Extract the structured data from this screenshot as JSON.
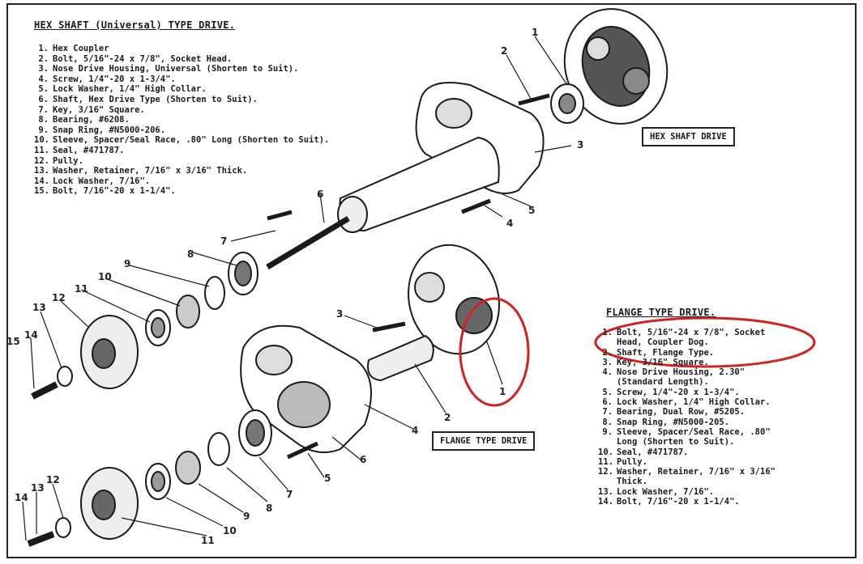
{
  "hex_section": {
    "title": "HEX SHAFT (Universal) TYPE DRIVE.",
    "items": [
      {
        "num": "1.",
        "text": "Hex Coupler"
      },
      {
        "num": "2.",
        "text": "Bolt, 5/16\"-24 x 7/8\", Socket Head."
      },
      {
        "num": "3.",
        "text": "Nose Drive Housing, Universal (Shorten to Suit)."
      },
      {
        "num": "4.",
        "text": "Screw, 1/4\"-20 x 1-3/4\"."
      },
      {
        "num": "5.",
        "text": "Lock Washer, 1/4\" High Collar."
      },
      {
        "num": "6.",
        "text": "Shaft, Hex Drive Type (Shorten to Suit)."
      },
      {
        "num": "7.",
        "text": "Key, 3/16\" Square."
      },
      {
        "num": "8.",
        "text": "Bearing, #6208."
      },
      {
        "num": "9.",
        "text": "Snap Ring, #N5000-206."
      },
      {
        "num": "10.",
        "text": "Sleeve, Spacer/Seal Race, .80\" Long (Shorten to Suit)."
      },
      {
        "num": "11.",
        "text": "Seal, #471787."
      },
      {
        "num": "12.",
        "text": "Pully."
      },
      {
        "num": "13.",
        "text": "Washer, Retainer, 7/16\" x 3/16\" Thick."
      },
      {
        "num": "14.",
        "text": "Lock Washer, 7/16\"."
      },
      {
        "num": "15.",
        "text": "Bolt, 7/16\"-20 x 1-1/4\"."
      }
    ]
  },
  "flange_section": {
    "title": "FLANGE TYPE DRIVE.",
    "items": [
      {
        "num": "1.",
        "text": "Bolt, 5/16\"-24 x 7/8\", Socket",
        "cont": "Head, Coupler Dog."
      },
      {
        "num": "2.",
        "text": "Shaft, Flange Type."
      },
      {
        "num": "3.",
        "text": "Key, 3/16\" Square."
      },
      {
        "num": "4.",
        "text": "Nose Drive Housing, 2.30\"",
        "cont": "(Standard Length)."
      },
      {
        "num": "5.",
        "text": "Screw, 1/4\"-20 x 1-3/4\"."
      },
      {
        "num": "6.",
        "text": "Lock Washer, 1/4\" High Collar."
      },
      {
        "num": "7.",
        "text": "Bearing, Dual Row, #5205."
      },
      {
        "num": "8.",
        "text": "Snap Ring, #N5000-205."
      },
      {
        "num": "9.",
        "text": "Sleeve, Spacer/Seal Race, .80\"",
        "cont": "Long (Shorten to Suit)."
      },
      {
        "num": "10.",
        "text": "Seal, #471787."
      },
      {
        "num": "11.",
        "text": "Pully."
      },
      {
        "num": "12.",
        "text": "Washer, Retainer, 7/16\" x 3/16\"",
        "cont": "Thick."
      },
      {
        "num": "13.",
        "text": "Lock Washer, 7/16\"."
      },
      {
        "num": "14.",
        "text": "Bolt, 7/16\"-20 x 1-1/4\"."
      }
    ]
  },
  "box_labels": {
    "hex": "HEX SHAFT DRIVE",
    "flange": "FLANGE TYPE DRIVE"
  },
  "callouts": {
    "hex": [
      "1",
      "2",
      "3",
      "4",
      "5",
      "6",
      "7",
      "8",
      "9",
      "10",
      "11",
      "12",
      "13",
      "15",
      "14"
    ],
    "flange": [
      "1",
      "2",
      "3",
      "4",
      "5",
      "6",
      "7",
      "8",
      "9",
      "10",
      "11",
      "12",
      "13",
      "14"
    ]
  },
  "colors": {
    "ink": "#1a1a1a",
    "highlight": "#d42020"
  }
}
